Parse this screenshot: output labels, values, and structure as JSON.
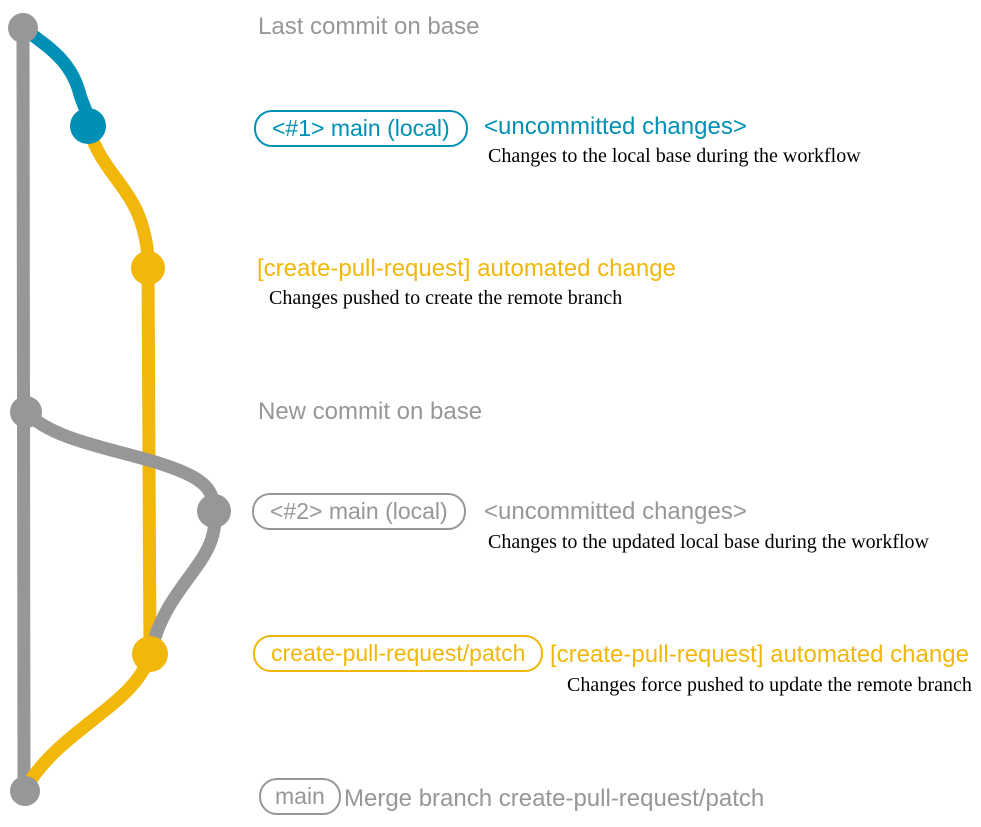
{
  "colors": {
    "gray": "#979797",
    "blue": "#008fb5",
    "yellow": "#f1b70a",
    "note": "#000000"
  },
  "graph": {
    "description": "git commit graph",
    "dot_colors_top_to_bottom": [
      "gray",
      "blue",
      "yellow",
      "gray",
      "gray",
      "yellow",
      "gray"
    ]
  },
  "rows": {
    "0": {
      "text": "Last commit on base"
    },
    "1": {
      "box": "<#1> main (local)",
      "tag": "<uncommitted changes>",
      "note": "Changes to the local base during the workflow"
    },
    "2": {
      "text": "[create-pull-request] automated change",
      "note": "Changes pushed to create the remote branch"
    },
    "3": {
      "text": "New commit on base"
    },
    "4": {
      "box": "<#2> main (local)",
      "tag": "<uncommitted changes>",
      "note": "Changes to the updated local base during the workflow"
    },
    "5": {
      "box": "create-pull-request/patch",
      "tag": "[create-pull-request] automated change",
      "note": "Changes force pushed to update the remote branch"
    },
    "6": {
      "box": "main",
      "tag": "Merge branch create-pull-request/patch"
    }
  }
}
